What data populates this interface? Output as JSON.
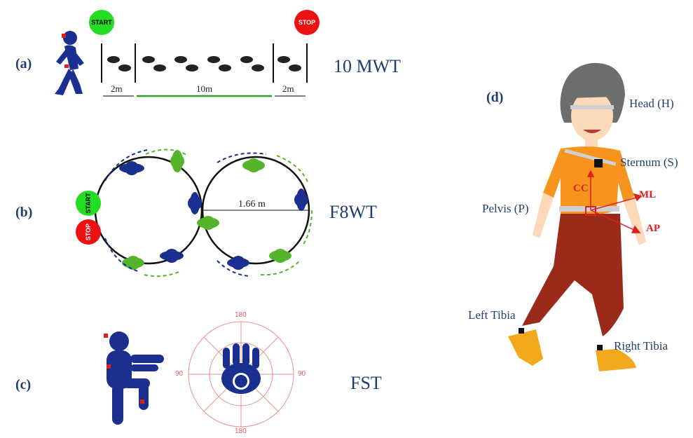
{
  "panels": {
    "a": {
      "label": "(a)",
      "title": "10 MWT",
      "start_sign": "START",
      "stop_sign": "STOP",
      "distances": [
        "2m",
        "10m",
        "2m"
      ]
    },
    "b": {
      "label": "(b)",
      "title": "F8WT",
      "start_sign": "START",
      "stop_sign": "STOP",
      "radius_label": "1.66 m"
    },
    "c": {
      "label": "(c)",
      "title": "FST",
      "degrees": [
        "180",
        "90",
        "90",
        "180"
      ]
    },
    "d": {
      "label": "(d)",
      "sensors": [
        "Head (H)",
        "Sternum (S)",
        "Pelvis (P)",
        "Left Tibia",
        "Right Tibia"
      ],
      "axes": [
        "CC",
        "ML",
        "AP"
      ]
    }
  },
  "colors": {
    "label_blue": "#1f3f6e",
    "figure_blue": "#1a2f8f",
    "green": "#55b52a",
    "red": "#e02020",
    "shirt": "#f7941d",
    "pants": "#9b2a1a"
  }
}
